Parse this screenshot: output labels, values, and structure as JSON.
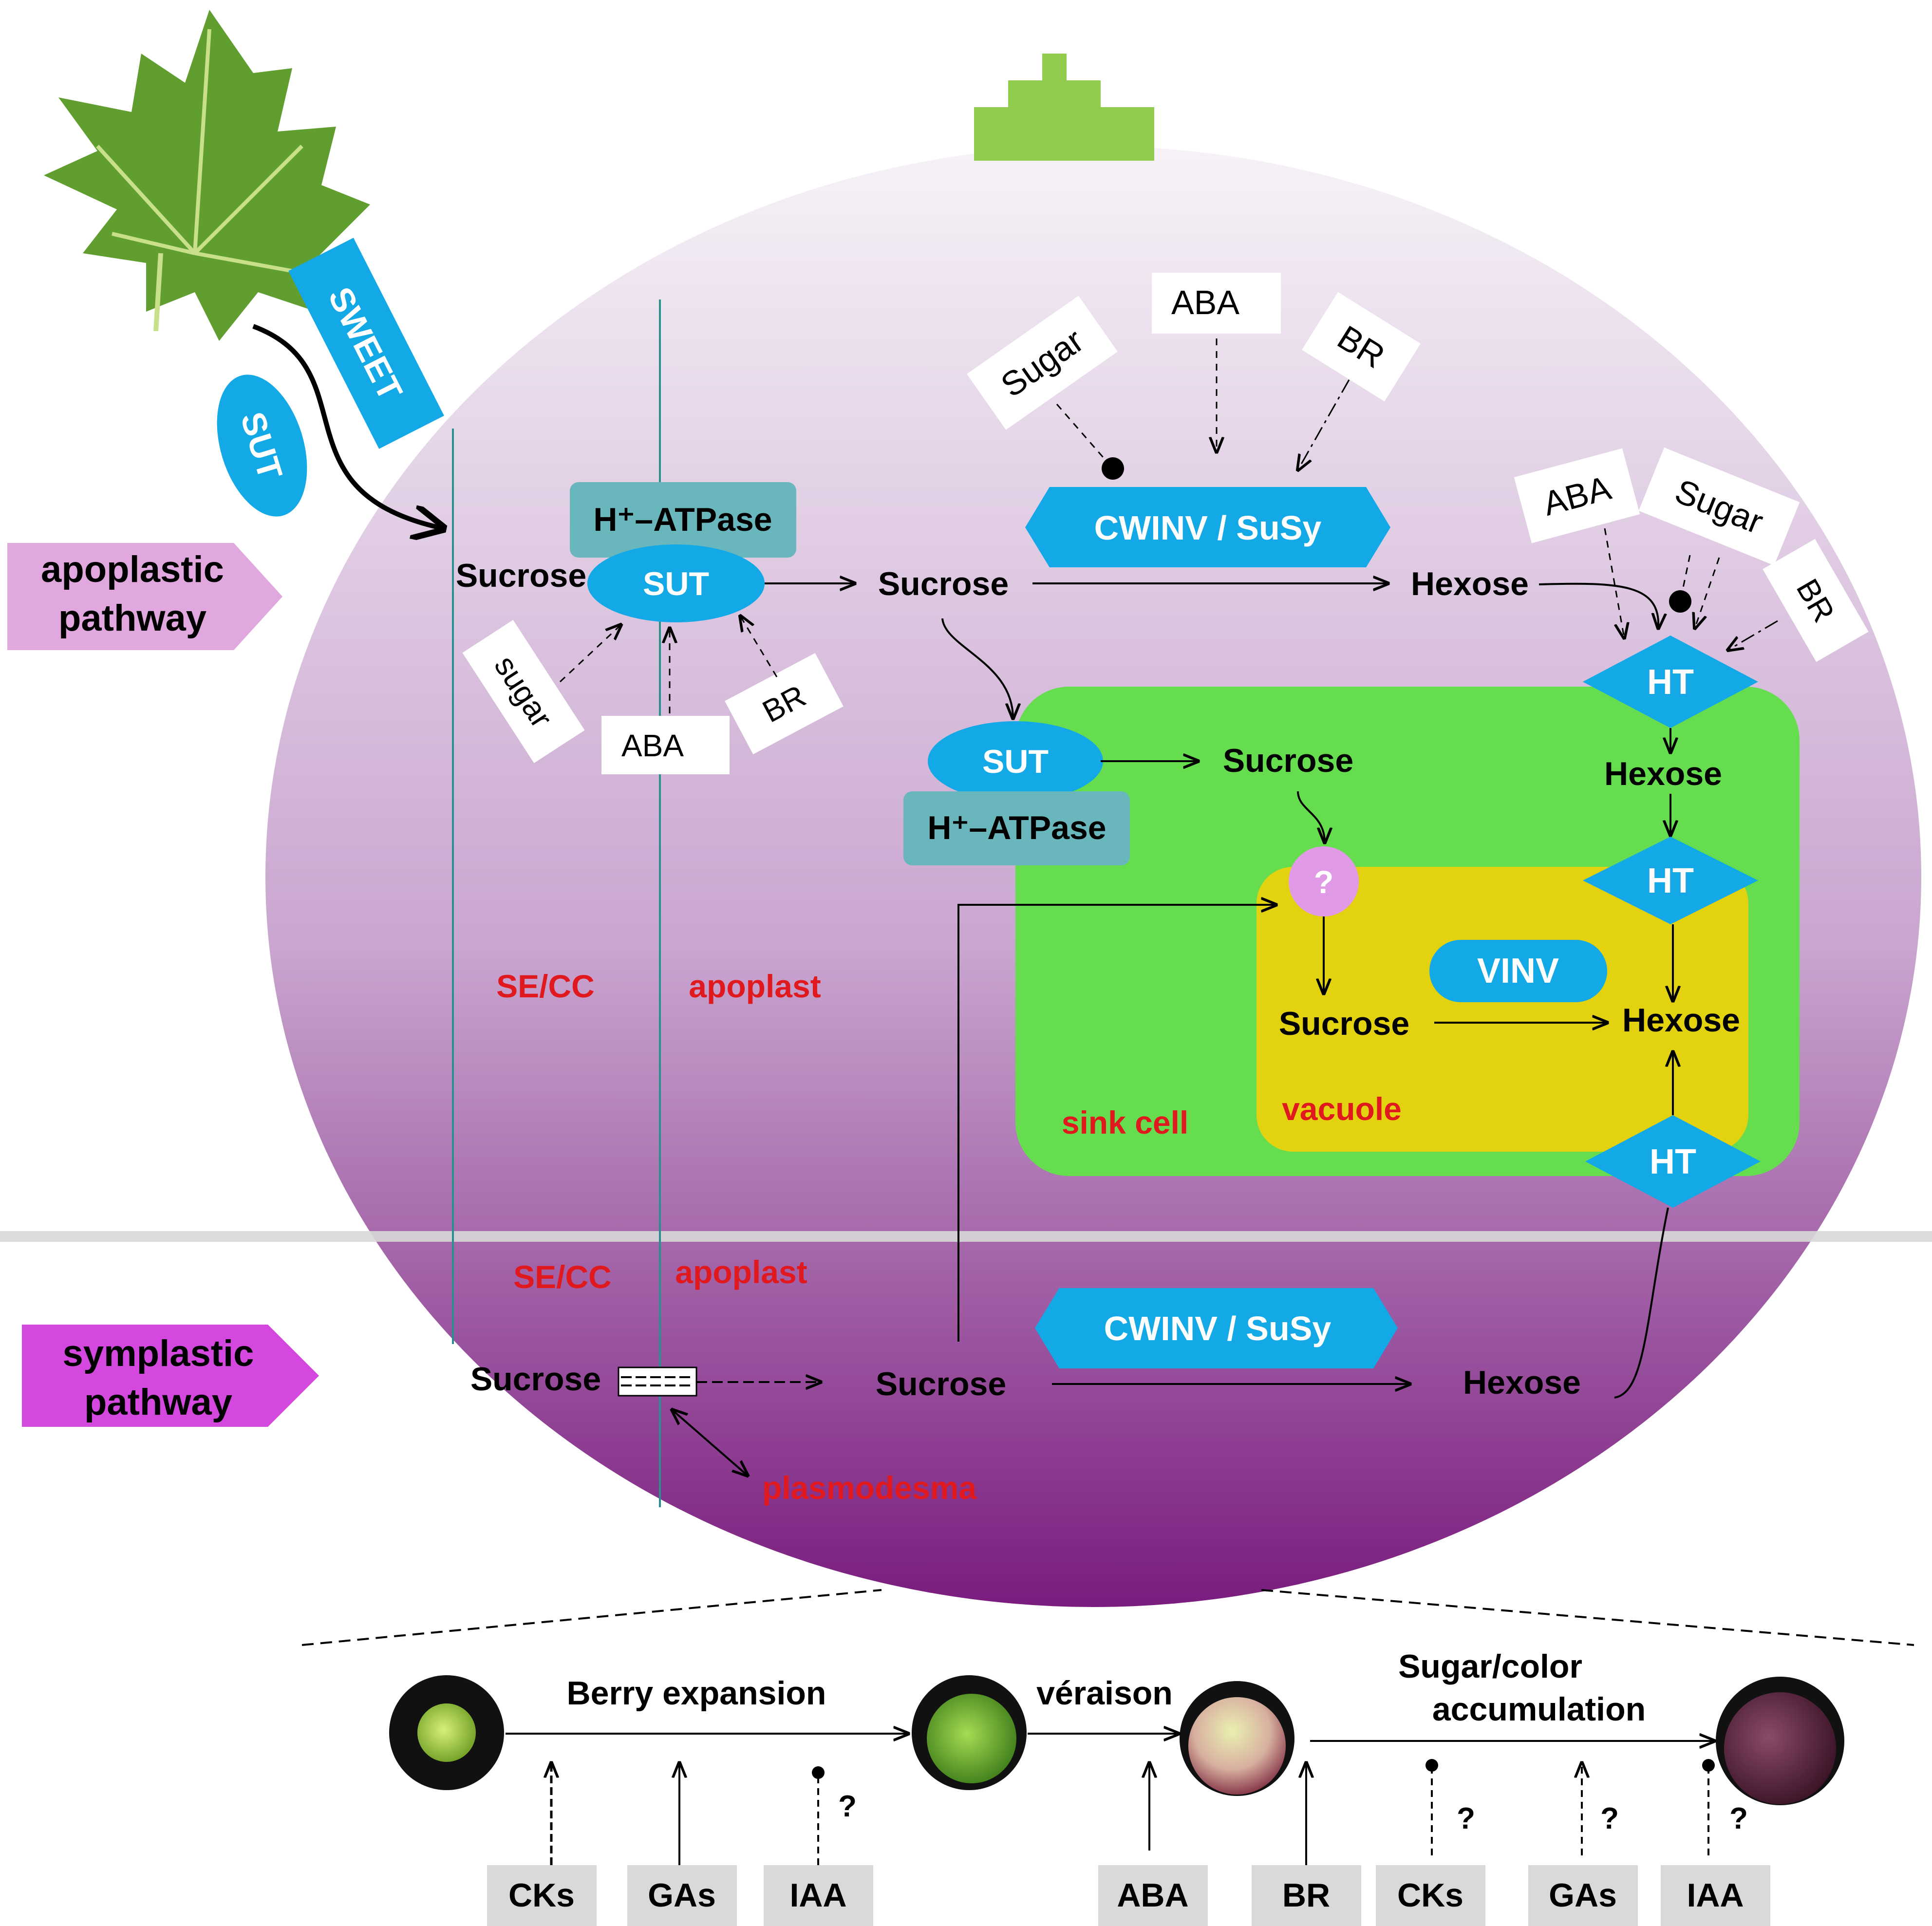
{
  "colors": {
    "berry_top": "#f6f2f7",
    "berry_bottom": "#7a1c7e",
    "stem": "#92cc4e",
    "leaf": "#5f9e2f",
    "atpase": "#69b7bd",
    "transporter": "#13a8e6",
    "sink_cell": "#66dd4f",
    "vacuole": "#e2d20f",
    "query_circle": "#e19be6",
    "apoplastic_tag": "#e0a8df",
    "symplastic_tag": "#d548e0",
    "label_red": "#e0191f",
    "hormone_box": "#d9d9d9"
  },
  "leaf": {
    "sweet": "SWEET",
    "sut": "SUT"
  },
  "pathways": {
    "apoplastic": [
      "apoplastic",
      "pathway"
    ],
    "symplastic": [
      "symplastic",
      "pathway"
    ]
  },
  "apoplastic": {
    "sucrose_source": "Sucrose",
    "atpase": "H⁺–ATPase",
    "sut": "SUT",
    "regulators": {
      "sugar": "sugar",
      "aba": "ABA",
      "br": "BR"
    },
    "sucrose_apoplast": "Sucrose",
    "enzyme": "CWINV / SuSy",
    "enzyme_regulators": {
      "sugar": "Sugar",
      "aba": "ABA",
      "br": "BR"
    },
    "hexose": "Hexose",
    "ht_regulators": {
      "aba": "ABA",
      "sugar": "Sugar",
      "br": "BR"
    },
    "ht": "HT"
  },
  "sink": {
    "sut": "SUT",
    "atpase": "H⁺–ATPase",
    "sucrose": "Sucrose",
    "hexose": "Hexose",
    "ht_tonoplast": "HT",
    "query": "?",
    "vac_sucrose": "Sucrose",
    "vinv": "VINV",
    "vac_hexose": "Hexose",
    "ht_bottom": "HT",
    "sink_label": "sink cell",
    "vacuole_label": "vacuole"
  },
  "regions": {
    "se_cc": "SE/CC",
    "apoplast": "apoplast",
    "se_cc_2": "SE/CC",
    "apoplast_2": "apoplast"
  },
  "symplastic": {
    "sucrose_source": "Sucrose",
    "sucrose": "Sucrose",
    "enzyme": "CWINV / SuSy",
    "hexose": "Hexose",
    "plasmodesma": "plasmodesma"
  },
  "timeline": {
    "berry_expansion": "Berry expansion",
    "veraison": "véraison",
    "sugar_color": [
      "Sugar/color",
      "accumulation"
    ],
    "hormones": [
      "CKs",
      "GAs",
      "IAA",
      "ABA",
      "BR",
      "CKs",
      "GAs",
      "IAA"
    ],
    "query_marks": [
      "?",
      "?",
      "?",
      "?"
    ]
  }
}
